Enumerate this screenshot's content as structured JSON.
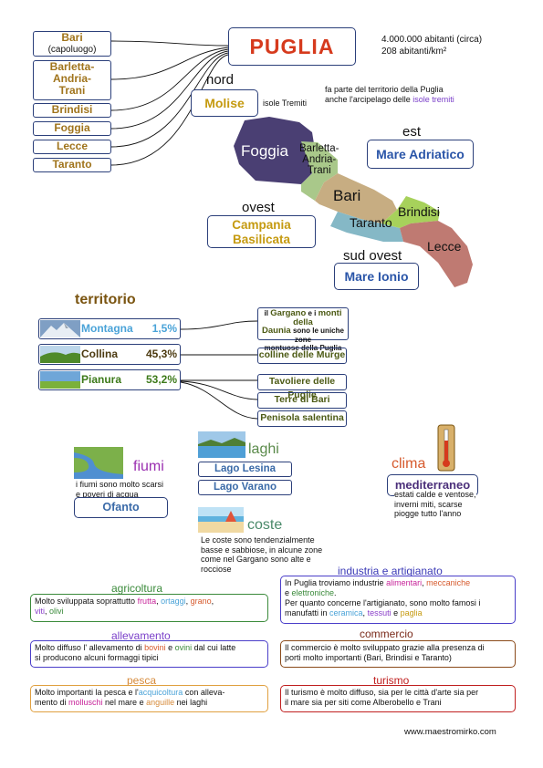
{
  "provinces": {
    "bari": "Bari",
    "bari_sub": "(capoluogo)",
    "bat_1": "Barletta-",
    "bat_2": "Andria-",
    "bat_3": "Trani",
    "brindisi": "Brindisi",
    "foggia": "Foggia",
    "lecce": "Lecce",
    "taranto": "Taranto"
  },
  "title": "PUGLIA",
  "population": {
    "line1": "4.000.000 abitanti (circa)",
    "line2": "208 abitanti/km²"
  },
  "tremiti_note": {
    "line1": "fa parte del territorio della Puglia",
    "line2_prefix": "anche l'arcipelago delle ",
    "line2_highlight": "isole tremiti"
  },
  "borders": {
    "nord": {
      "dir": "nord",
      "label": "Molise",
      "extra": "isole Tremiti"
    },
    "est": {
      "dir": "est",
      "label": "Mare Adriatico"
    },
    "ovest": {
      "dir": "ovest",
      "line1": "Campania",
      "line2": "Basilicata"
    },
    "sud_ovest": {
      "dir": "sud ovest",
      "label": "Mare Ionio"
    }
  },
  "map_labels": {
    "foggia": "Foggia",
    "bat1": "Barletta-",
    "bat2": "Andria-",
    "bat3": "Trani",
    "bari": "Bari",
    "brindisi": "Brindisi",
    "taranto": "Taranto",
    "lecce": "Lecce"
  },
  "territorio": {
    "title": "territorio",
    "rows": [
      {
        "name": "Montagna",
        "pct": "1,5%",
        "color": "#4aa3d8"
      },
      {
        "name": "Collina",
        "pct": "45,3%",
        "color": "#8a6a1f"
      },
      {
        "name": "Pianura",
        "pct": "53,2%",
        "color": "#5a8a22"
      }
    ],
    "gargano": {
      "p1": "il ",
      "h1": "Gargano",
      "p2": " e i ",
      "h2": "monti della",
      "h3": "Daunia",
      "p3": " sono le uniche zone",
      "p4": "montuose della Puglia"
    },
    "murge": "colline delle Murge",
    "plains": [
      "Tavoliere delle Puglie",
      "Terre di Bari",
      "Penisola salentina"
    ]
  },
  "fiumi": {
    "title": "fiumi",
    "desc1": "i fiumi sono molto scarsi",
    "desc2": "e poveri di acqua",
    "river": "Ofanto"
  },
  "laghi": {
    "title": "laghi",
    "lakes": [
      "Lago Lesina",
      "Lago Varano"
    ]
  },
  "clima": {
    "title": "clima",
    "type": "mediterraneo",
    "desc1": "estati calde e ventose,",
    "desc2": "inverni miti, scarse",
    "desc3": "piogge tutto l'anno"
  },
  "coste": {
    "title": "coste",
    "l1": "Le coste sono tendenzialmente",
    "l2": "basse e sabbiose, in alcune zone",
    "l3": "come nel Gargano sono alte e",
    "l4": "rocciose"
  },
  "industria": {
    "title": "industria e artigianato",
    "t1": "In Puglia troviamo  industrie ",
    "h1": "alimentari",
    "t2": ", ",
    "h2": "meccaniche",
    "t3": "e ",
    "h3": "elettroniche",
    "t4": ".",
    "t5": "Per quanto concerne l'artigianato, sono molto famosi i",
    "t6": "manufatti in ",
    "h4": "ceramica",
    "t7": ", ",
    "h5": "tessuti",
    "t8": " e  ",
    "h6": "paglia"
  },
  "agricoltura": {
    "title": "agricoltura",
    "t1": "Molto sviluppata soprattutto ",
    "h1": "frutta",
    "t2": ", ",
    "h2": "ortaggi",
    "t3": ", ",
    "h3": "grano",
    "t4": ",",
    "h4": "viti",
    "t5": ", ",
    "h5": "olivi"
  },
  "allevamento": {
    "title": "allevamento",
    "t1": "Molto diffuso l' allevamento di ",
    "h1": "bovini",
    "t2": " e ",
    "h2": "ovini",
    "t3": " dal cui latte",
    "t4": "si producono alcuni formaggi tipici"
  },
  "commercio": {
    "title": "commercio",
    "l1": "Il commercio è molto sviluppato grazie alla presenza di",
    "l2": "porti molto importanti (Bari, Brindisi e Taranto)"
  },
  "pesca": {
    "title": "pesca",
    "t1": "Molto importanti la pesca e l'",
    "h1": "acquicoltura",
    "t2": " con alleva-",
    "t3": "mento di ",
    "h2": "molluschi",
    "t4": " nel mare e ",
    "h3": "anguille",
    "t5": " nei laghi"
  },
  "turismo": {
    "title": "turismo",
    "l1": "Il turismo è molto diffuso, sia per le città d'arte sia per",
    "l2": "il mare sia per siti come Alberobello e Trani"
  },
  "website": "www.maestromirko.com"
}
